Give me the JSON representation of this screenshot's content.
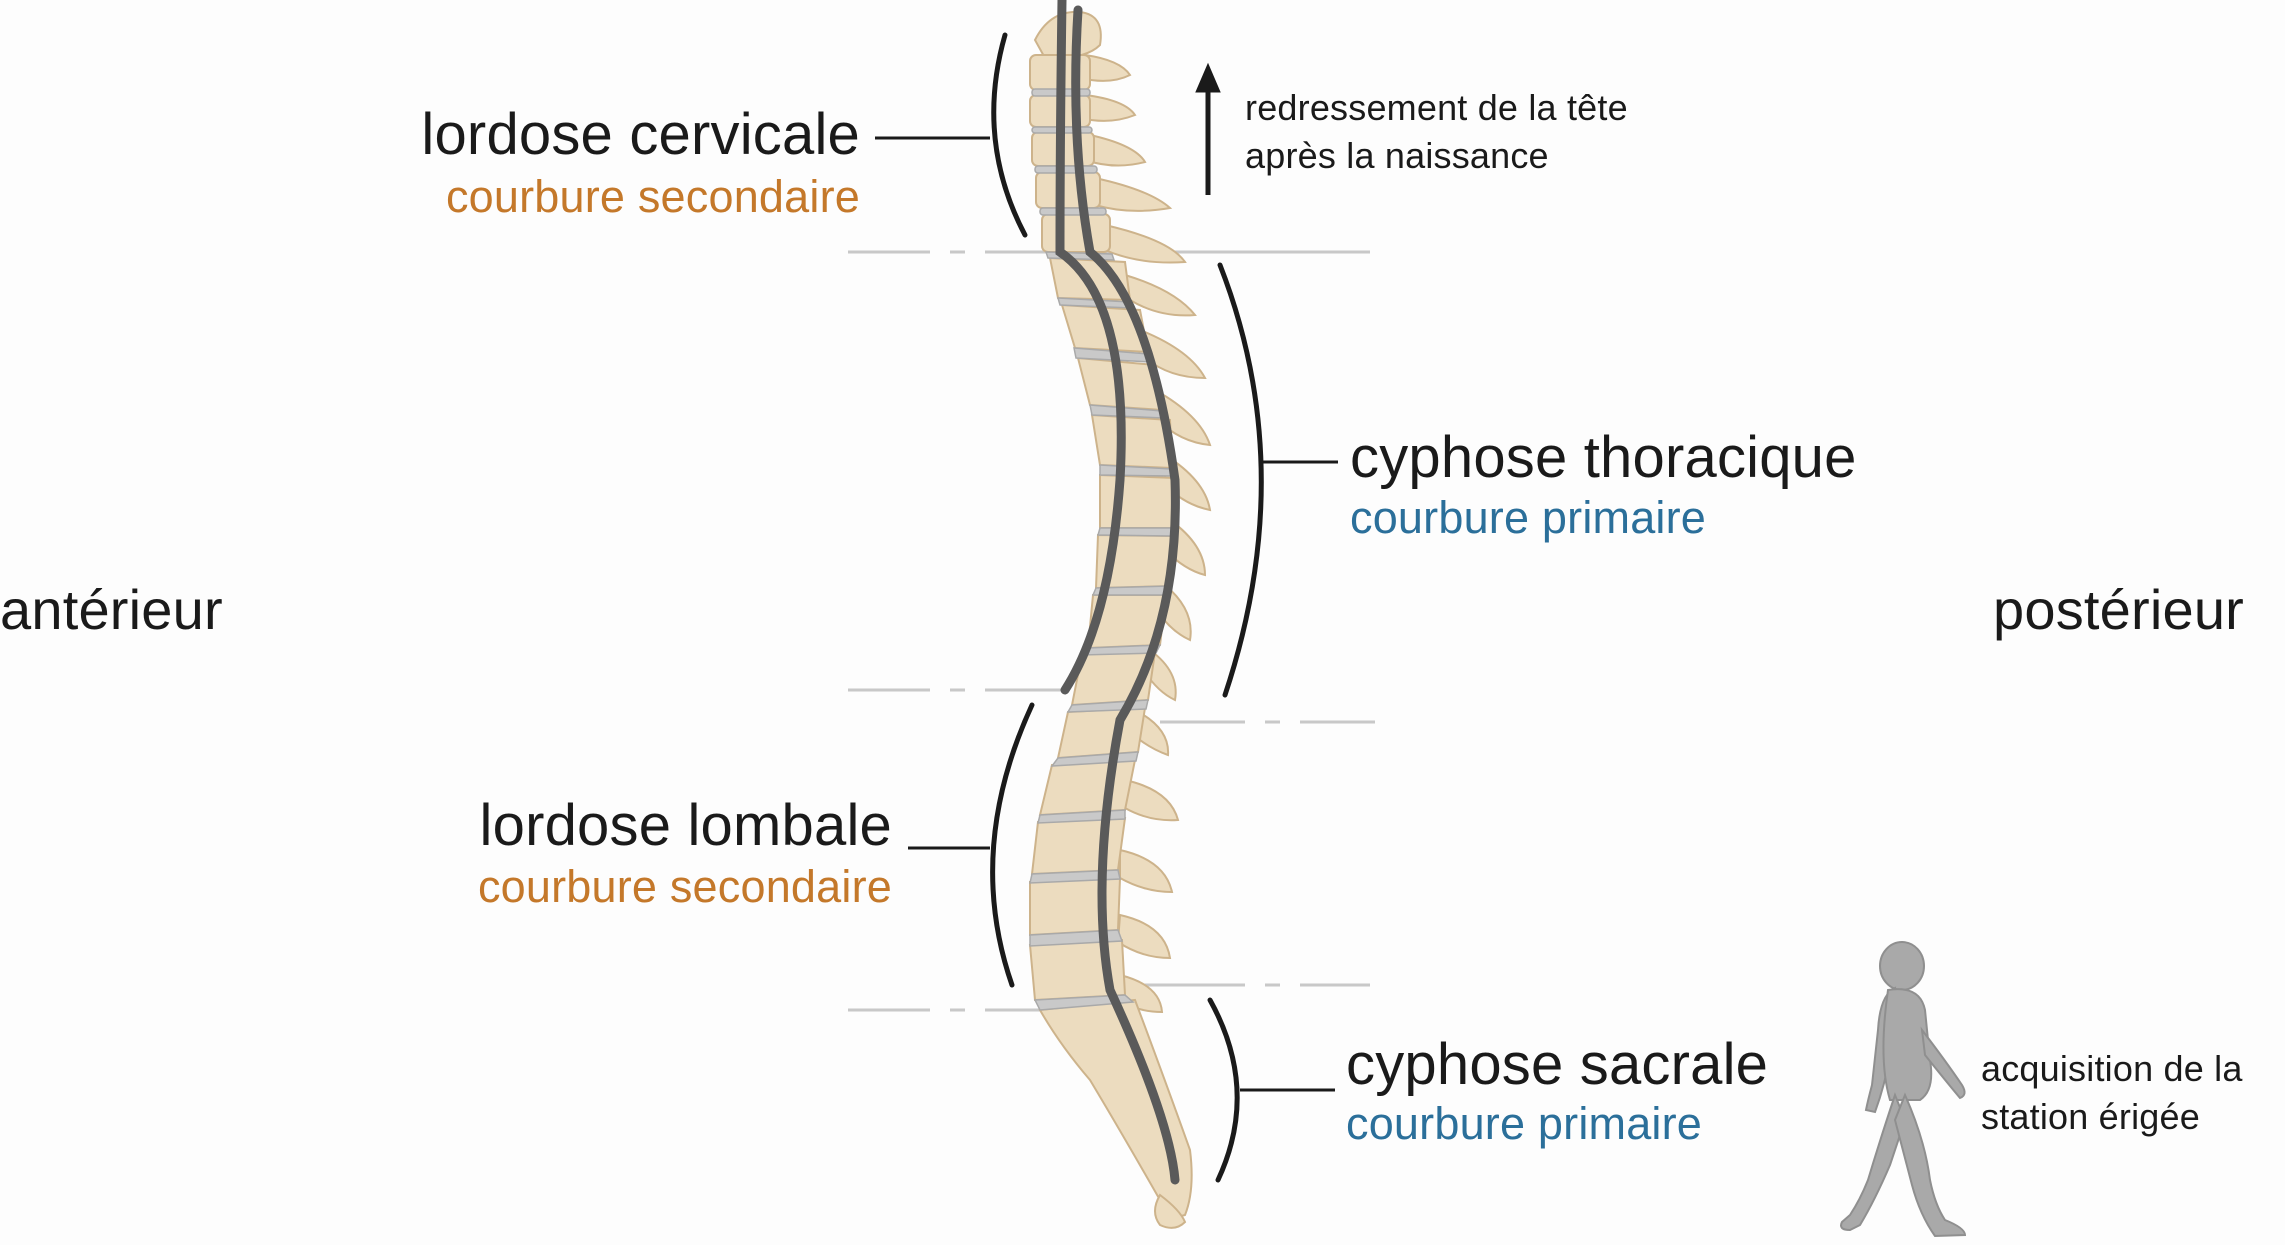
{
  "orientation": {
    "anterior": "antérieur",
    "posterior": "postérieur"
  },
  "curves": [
    {
      "id": "cervical",
      "name": "lordose cervicale",
      "type": "courbure secondaire",
      "color": "#c4782a"
    },
    {
      "id": "thoracic",
      "name": "cyphose thoracique",
      "type": "courbure primaire",
      "color": "#2b6f9a"
    },
    {
      "id": "lumbar",
      "name": "lordose lombale",
      "type": "courbure secondaire",
      "color": "#c4782a"
    },
    {
      "id": "sacral",
      "name": "cyphose sacrale",
      "type": "courbure primaire",
      "color": "#2b6f9a"
    }
  ],
  "notes": {
    "head": [
      "redressement de la tête",
      "après la naissance"
    ],
    "standing": [
      "acquisition de la",
      "station érigée"
    ]
  },
  "colors": {
    "bone": "#ecdcbf",
    "bone_edge": "#cdb38b",
    "disc": "#c9c9c9",
    "curve_line": "#5a5a5a",
    "bracket": "#1a1a1a",
    "divider": "#c8c8c8",
    "figure": "#a9a9a9"
  },
  "icons": {
    "arrow": "up-arrow-icon",
    "figure": "walking-person-icon"
  }
}
